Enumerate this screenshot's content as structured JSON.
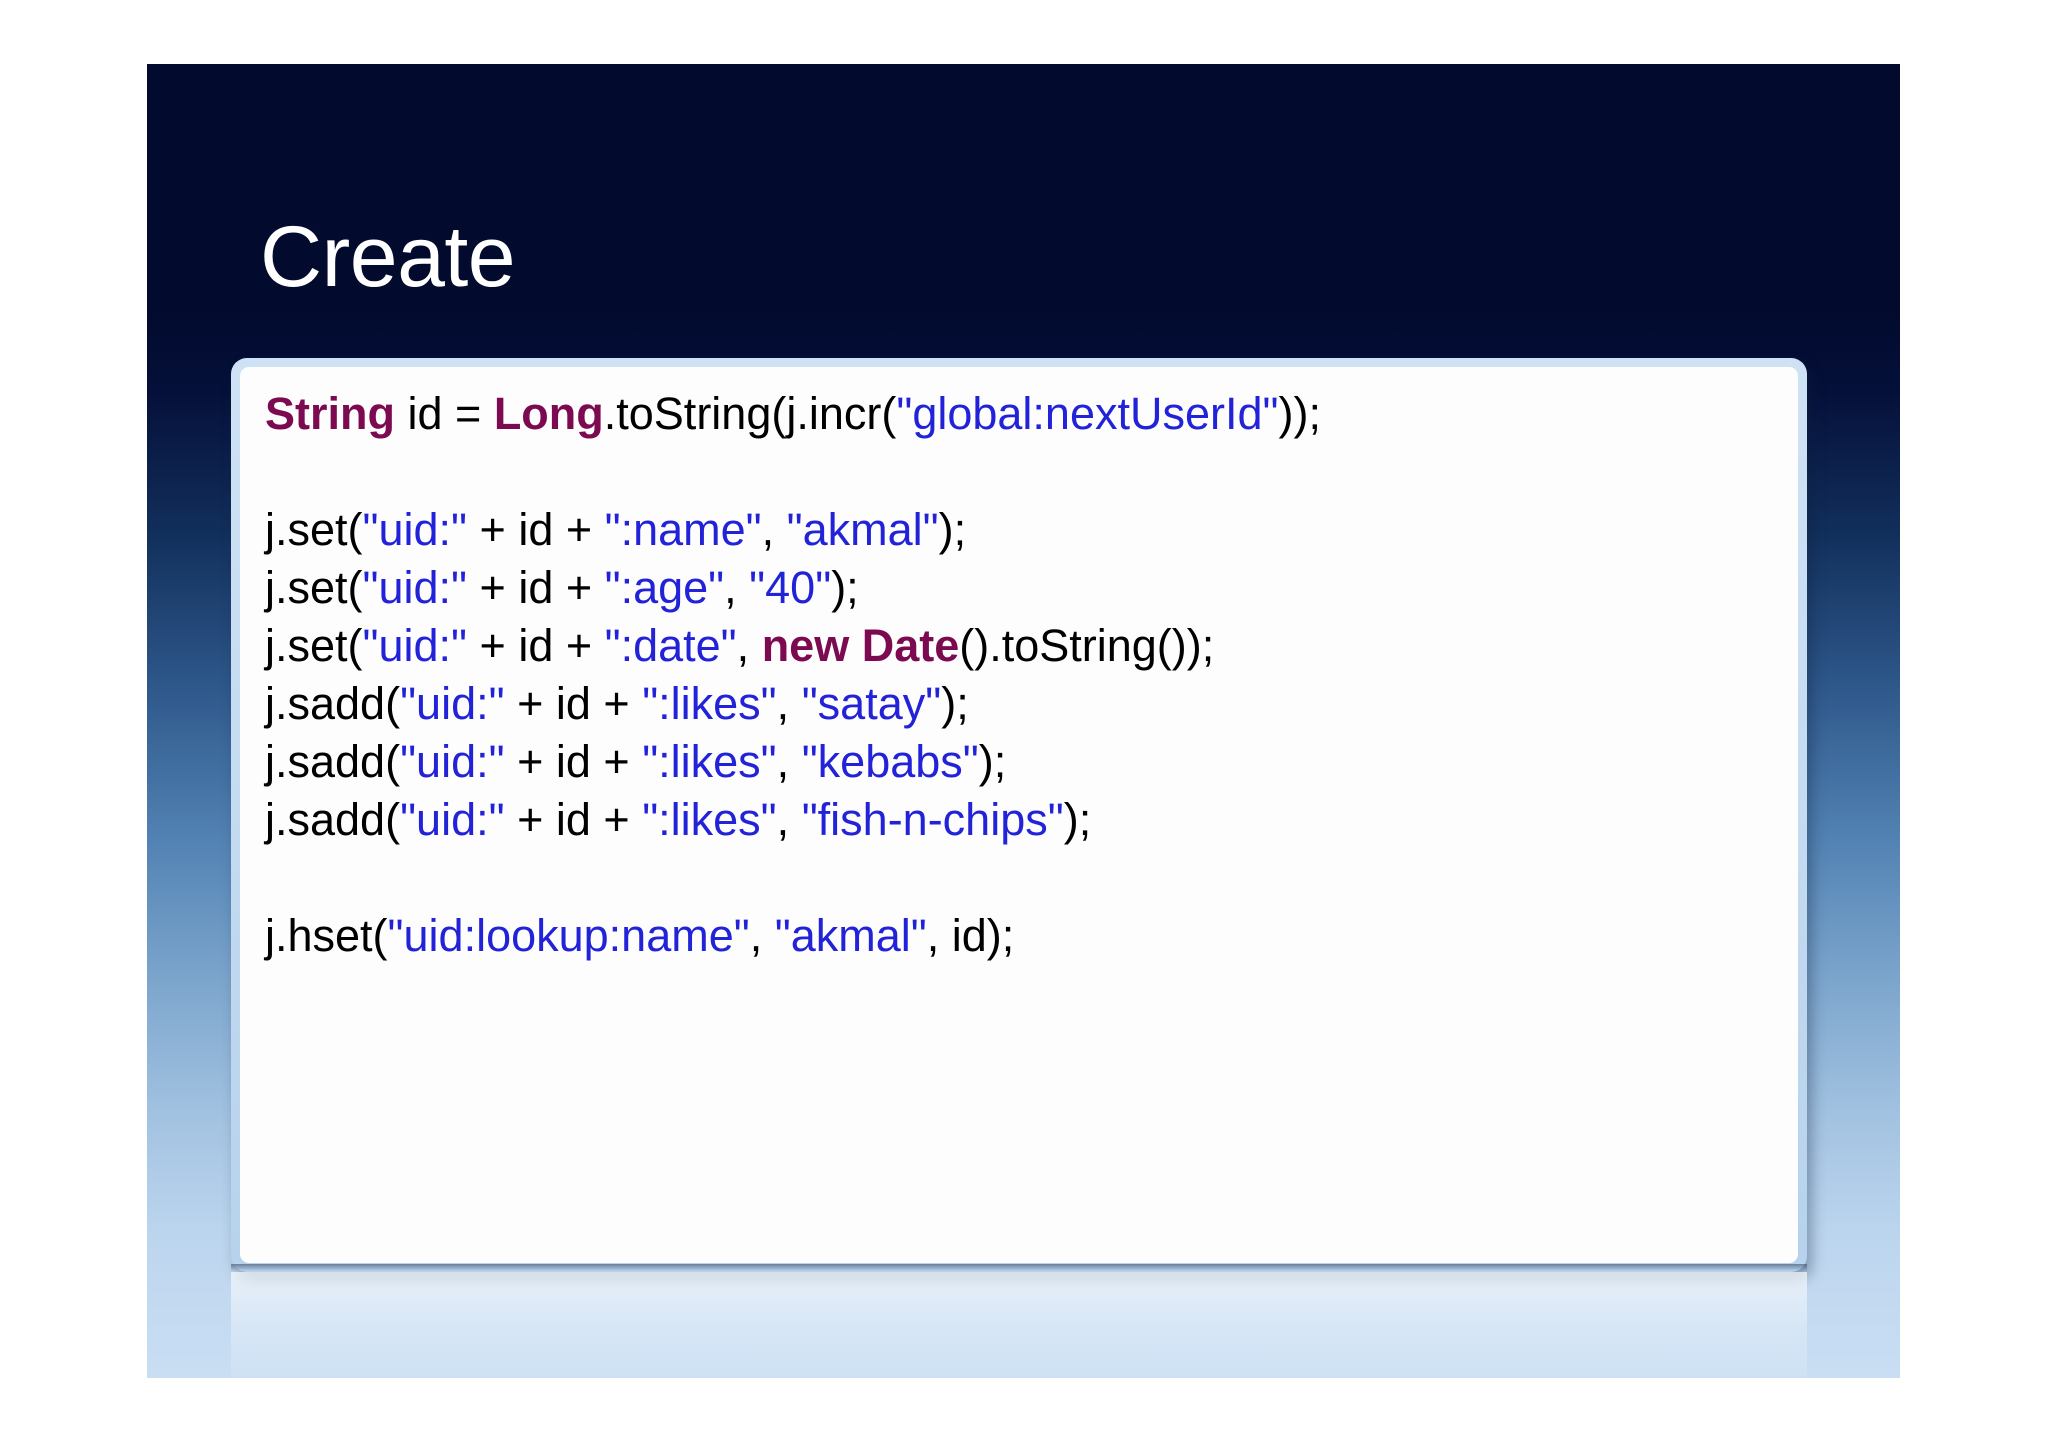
{
  "slide": {
    "title": "Create",
    "theme": {
      "background_top": "#020B2E",
      "background_bottom": "#c9def3",
      "title_color": "#ffffff",
      "panel_background": "#fdfdfd",
      "panel_border": "#c3daf0",
      "code_default_color": "#000000",
      "code_keyword_color": "#7c0a50",
      "code_string_color": "#2222d8"
    }
  },
  "code": {
    "language_hint": "java",
    "lines": [
      {
        "index": 0,
        "text": "String id = Long.toString(j.incr(\"global:nextUserId\"));",
        "tokens": [
          {
            "t": "String",
            "k": "kw"
          },
          {
            "t": " id = ",
            "k": "plain"
          },
          {
            "t": "Long",
            "k": "kw"
          },
          {
            "t": ".toString(j.incr(",
            "k": "plain"
          },
          {
            "t": "\"global:nextUserId\"",
            "k": "str"
          },
          {
            "t": "));",
            "k": "plain"
          }
        ]
      },
      {
        "index": 1,
        "text": "",
        "tokens": []
      },
      {
        "index": 2,
        "text": "j.set(\"uid:\" + id + \":name\", \"akmal\");",
        "tokens": [
          {
            "t": "j.set(",
            "k": "plain"
          },
          {
            "t": "\"uid:\"",
            "k": "str"
          },
          {
            "t": " + id + ",
            "k": "plain"
          },
          {
            "t": "\":name\"",
            "k": "str"
          },
          {
            "t": ", ",
            "k": "plain"
          },
          {
            "t": "\"akmal\"",
            "k": "str"
          },
          {
            "t": ");",
            "k": "plain"
          }
        ]
      },
      {
        "index": 3,
        "text": "j.set(\"uid:\" + id + \":age\", \"40\");",
        "tokens": [
          {
            "t": "j.set(",
            "k": "plain"
          },
          {
            "t": "\"uid:\"",
            "k": "str"
          },
          {
            "t": " + id + ",
            "k": "plain"
          },
          {
            "t": "\":age\"",
            "k": "str"
          },
          {
            "t": ", ",
            "k": "plain"
          },
          {
            "t": "\"40\"",
            "k": "str"
          },
          {
            "t": ");",
            "k": "plain"
          }
        ]
      },
      {
        "index": 4,
        "text": "j.set(\"uid:\" + id + \":date\", new Date().toString());",
        "tokens": [
          {
            "t": "j.set(",
            "k": "plain"
          },
          {
            "t": "\"uid:\"",
            "k": "str"
          },
          {
            "t": " + id + ",
            "k": "plain"
          },
          {
            "t": "\":date\"",
            "k": "str"
          },
          {
            "t": ", ",
            "k": "plain"
          },
          {
            "t": "new Date",
            "k": "kw"
          },
          {
            "t": "().toString());",
            "k": "plain"
          }
        ]
      },
      {
        "index": 5,
        "text": "j.sadd(\"uid:\" + id + \":likes\", \"satay\");",
        "tokens": [
          {
            "t": "j.sadd(",
            "k": "plain"
          },
          {
            "t": "\"uid:\"",
            "k": "str"
          },
          {
            "t": " + id + ",
            "k": "plain"
          },
          {
            "t": "\":likes\"",
            "k": "str"
          },
          {
            "t": ", ",
            "k": "plain"
          },
          {
            "t": "\"satay\"",
            "k": "str"
          },
          {
            "t": ");",
            "k": "plain"
          }
        ]
      },
      {
        "index": 6,
        "text": "j.sadd(\"uid:\" + id + \":likes\", \"kebabs\");",
        "tokens": [
          {
            "t": "j.sadd(",
            "k": "plain"
          },
          {
            "t": "\"uid:\"",
            "k": "str"
          },
          {
            "t": " + id + ",
            "k": "plain"
          },
          {
            "t": "\":likes\"",
            "k": "str"
          },
          {
            "t": ", ",
            "k": "plain"
          },
          {
            "t": "\"kebabs\"",
            "k": "str"
          },
          {
            "t": ");",
            "k": "plain"
          }
        ]
      },
      {
        "index": 7,
        "text": "j.sadd(\"uid:\" + id + \":likes\", \"fish-n-chips\");",
        "tokens": [
          {
            "t": "j.sadd(",
            "k": "plain"
          },
          {
            "t": "\"uid:\"",
            "k": "str"
          },
          {
            "t": " + id + ",
            "k": "plain"
          },
          {
            "t": "\":likes\"",
            "k": "str"
          },
          {
            "t": ", ",
            "k": "plain"
          },
          {
            "t": "\"fish-n-chips\"",
            "k": "str"
          },
          {
            "t": ");",
            "k": "plain"
          }
        ]
      },
      {
        "index": 8,
        "text": "",
        "tokens": []
      },
      {
        "index": 9,
        "text": "j.hset(\"uid:lookup:name\", \"akmal\", id);",
        "tokens": [
          {
            "t": "j.hset(",
            "k": "plain"
          },
          {
            "t": "\"uid:lookup:name\"",
            "k": "str"
          },
          {
            "t": ", ",
            "k": "plain"
          },
          {
            "t": "\"akmal\"",
            "k": "str"
          },
          {
            "t": ", id);",
            "k": "plain"
          }
        ]
      }
    ]
  }
}
